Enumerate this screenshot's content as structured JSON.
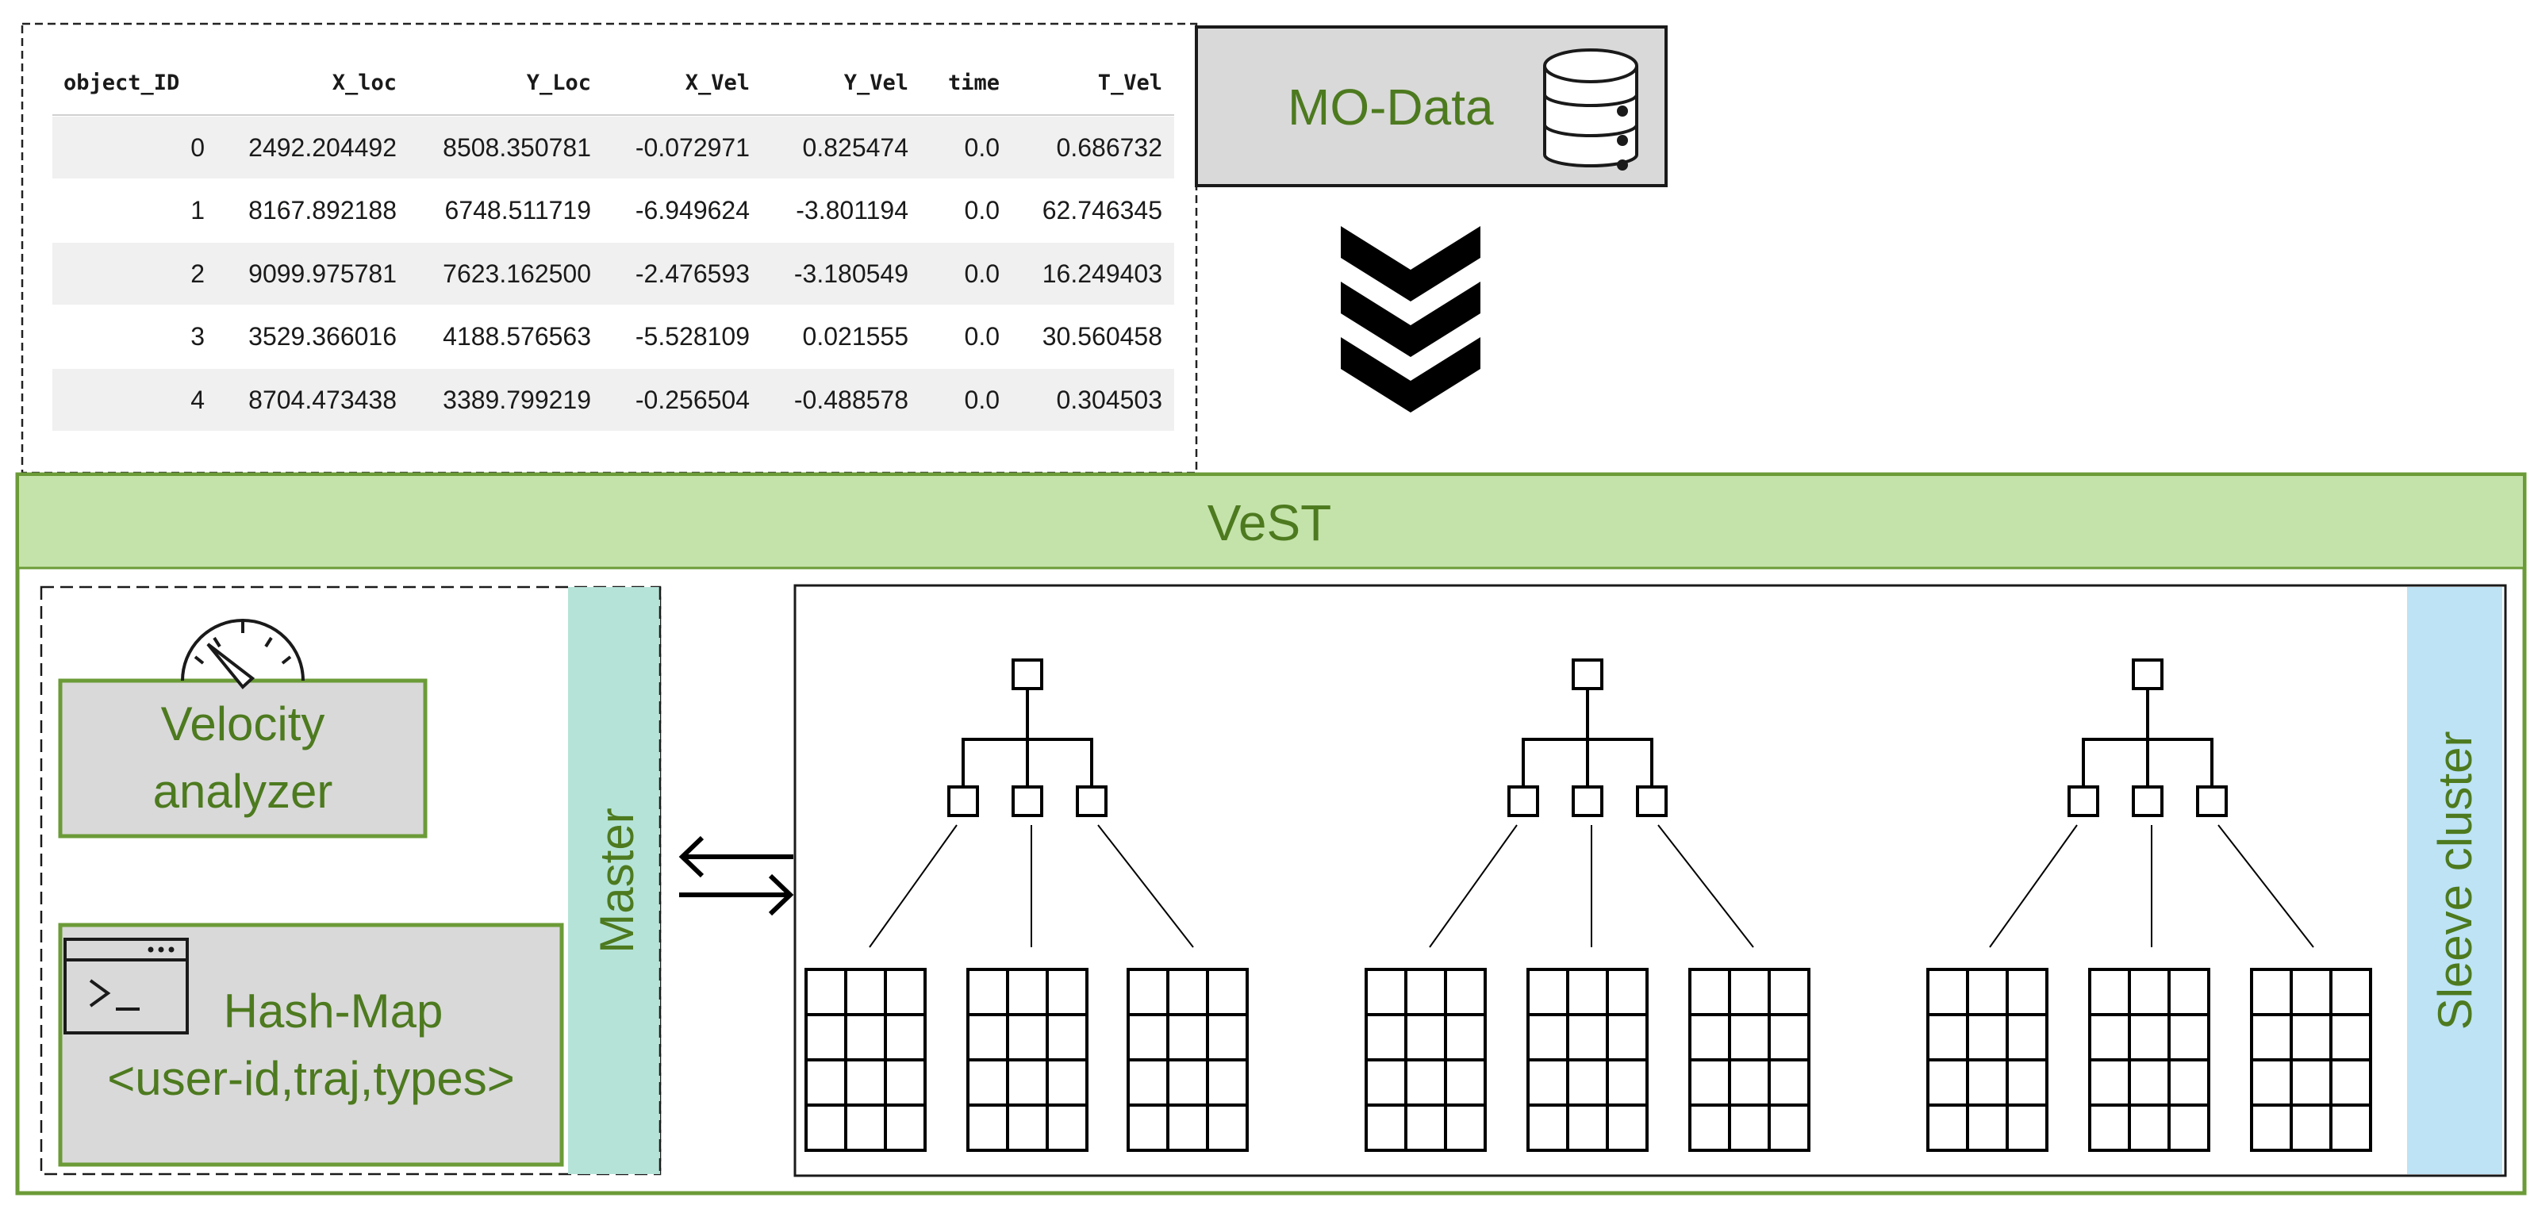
{
  "table": {
    "columns": [
      "object_ID",
      "X_loc",
      "Y_Loc",
      "X_Vel",
      "Y_Vel",
      "time",
      "T_Vel"
    ],
    "rows": [
      [
        "0",
        "2492.204492",
        "8508.350781",
        "-0.072971",
        "0.825474",
        "0.0",
        "0.686732"
      ],
      [
        "1",
        "8167.892188",
        "6748.511719",
        "-6.949624",
        "-3.801194",
        "0.0",
        "62.746345"
      ],
      [
        "2",
        "9099.975781",
        "7623.162500",
        "-2.476593",
        "-3.180549",
        "0.0",
        "16.249403"
      ],
      [
        "3",
        "3529.366016",
        "4188.576563",
        "-5.528109",
        "0.021555",
        "0.0",
        "30.560458"
      ],
      [
        "4",
        "8704.473438",
        "3389.799219",
        "-0.256504",
        "-0.488578",
        "0.0",
        "0.304503"
      ]
    ]
  },
  "mo_data": {
    "label": "MO-Data",
    "icon": "database-icon"
  },
  "flow_arrow": {
    "icon": "triple-chevron-down-icon"
  },
  "vest": {
    "title": "VeST",
    "velocity_analyzer": {
      "line1": "Velocity",
      "line2": "analyzer",
      "icon": "speedometer-icon"
    },
    "hash_map": {
      "line1": "Hash-Map",
      "line2": "<user-id,traj,types>",
      "icon": "terminal-window-icon"
    },
    "master": {
      "label": "Master"
    },
    "sleeve_cluster": {
      "label": "Sleeve cluster"
    },
    "exchange_arrows": {
      "icon": "bidirectional-arrows-icon"
    }
  },
  "colors": {
    "green_text": "#4d7a1f",
    "green_border": "#6b9b37",
    "vest_header_bg": "#c4e3aa",
    "master_bg": "#b6e3d8",
    "sleeve_bg": "#bde3f5",
    "box_gray": "#d9d9d9",
    "table_stripe": "#f0f0f0"
  }
}
